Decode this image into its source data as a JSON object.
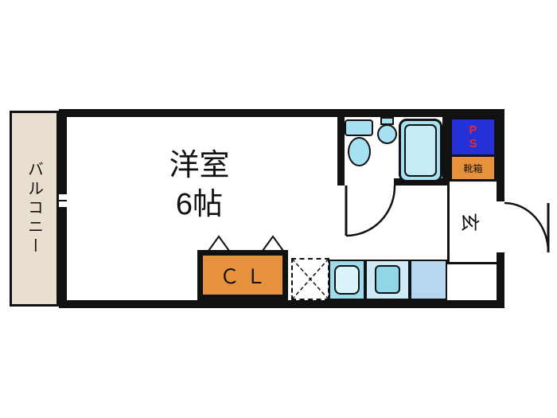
{
  "plan": {
    "balcony": {
      "label": "バルコニー"
    },
    "main_room": {
      "line1": "洋室",
      "line2": "6帖"
    },
    "closet": {
      "label": "ＣＬ"
    },
    "pipe_space": {
      "line1": "P",
      "line2": "S"
    },
    "shoebox": {
      "label": "靴箱"
    },
    "entrance": {
      "label": "玄"
    }
  },
  "colors": {
    "wall": "#111111",
    "line": "#111111",
    "balcony-fill": "#e8dfd0",
    "closet-fill": "#e8913c",
    "shoebox-fill": "#e8913c",
    "ps-fill": "#2430d8",
    "ps-text": "#e62c2c",
    "fixture-fill": "#a6e1f1",
    "fixture-light": "#d9f4fa",
    "tub-inner": "#c3ecf7",
    "sink-fill": "#9edbeb",
    "kitchen-mid-fill": "#cfeaf7",
    "kitchen-mid-inner": "#8ed6e8",
    "kitchen-right-fill": "#b9d6f1"
  }
}
